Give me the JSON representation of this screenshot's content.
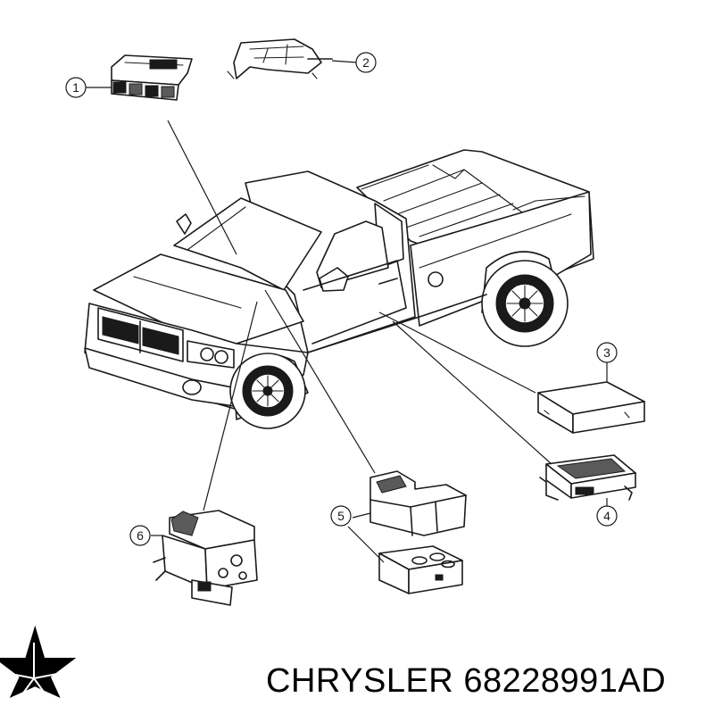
{
  "caption": {
    "brand": "CHRYSLER",
    "part_number": "68228991AD"
  },
  "callouts": [
    {
      "id": "callout-1",
      "label": "1"
    },
    {
      "id": "callout-2",
      "label": "2"
    },
    {
      "id": "callout-3",
      "label": "3"
    },
    {
      "id": "callout-4",
      "label": "4"
    },
    {
      "id": "callout-5",
      "label": "5"
    },
    {
      "id": "callout-6",
      "label": "6"
    }
  ],
  "icons": {
    "logo": "chrysler-pentastar-logo"
  },
  "colors": {
    "line": "#1a1a1a",
    "background": "#ffffff"
  }
}
